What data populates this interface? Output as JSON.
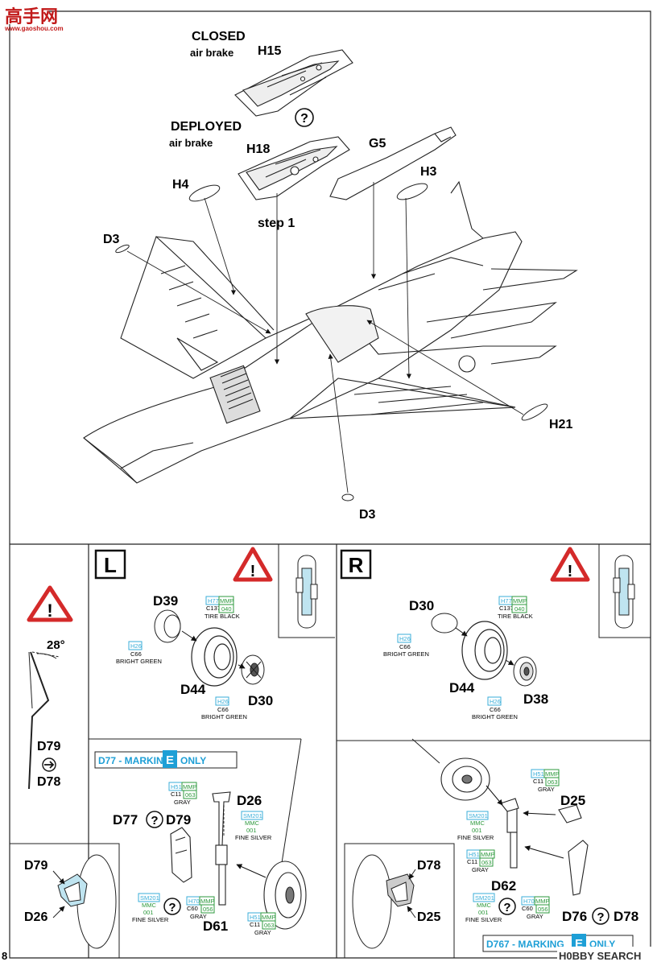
{
  "watermark_top": {
    "logo_text": "高手网",
    "url": "www.gaoshou.com"
  },
  "top_step": {
    "closed_title": "CLOSED",
    "closed_sub": "air brake",
    "closed_part": "H15",
    "deployed_title": "DEPLOYED",
    "deployed_sub": "air brake",
    "deployed_part": "H18",
    "step_label": "step 1",
    "parts": {
      "g5": "G5",
      "h3": "H3",
      "h4": "H4",
      "d3_upper": "D3",
      "d3_lower": "D3",
      "h21": "H21"
    }
  },
  "left_strut": {
    "angle": "28°",
    "part_a": "D79",
    "part_b": "D78"
  },
  "panel_left": {
    "side_letter": "L",
    "parts": {
      "d39": "D39",
      "d44": "D44",
      "d30": "D30"
    },
    "color_tire": {
      "h": "H77",
      "mmp": "MMP",
      "c": "C137",
      "num": "040",
      "name": "TIRE BLACK"
    },
    "color_green_a": {
      "h": "H26",
      "c": "C66",
      "name": "BRIGHT GREEN"
    },
    "color_green_b": {
      "h": "H26",
      "c": "C66",
      "name": "BRIGHT GREEN"
    }
  },
  "panel_right": {
    "side_letter": "R",
    "parts": {
      "d30": "D30",
      "d44": "D44",
      "d38": "D38"
    },
    "color_tire": {
      "h": "H77",
      "mmp": "MMP",
      "c": "C137",
      "num": "040",
      "name": "TIRE BLACK"
    },
    "color_green_a": {
      "h": "H26",
      "c": "C66",
      "name": "BRIGHT GREEN"
    },
    "color_green_b": {
      "h": "H26",
      "c": "C66",
      "name": "BRIGHT GREEN"
    }
  },
  "gear_left": {
    "marking_prefix": "D77 - MARKING",
    "marking_letter": "E",
    "marking_suffix": "ONLY",
    "parts": {
      "d26": "D26",
      "d77": "D77",
      "d79": "D79",
      "d61": "D61"
    },
    "color_gray_top": {
      "h": "H51",
      "mmp": "MMP",
      "c": "C11",
      "num": "063",
      "name": "GRAY"
    },
    "color_silver_a": {
      "sm": "SM201",
      "mmc": "MMC",
      "num": "001",
      "name": "FINE SILVER"
    },
    "color_silver_b": {
      "sm": "SM201",
      "mmc": "MMC",
      "num": "001",
      "name": "FINE SILVER"
    },
    "color_gray_mid": {
      "h": "H70",
      "mmp": "MMP",
      "c": "C60",
      "num": "056",
      "name": "GRAY"
    },
    "color_gray_bot": {
      "h": "H51",
      "mmp": "MMP",
      "c": "C11",
      "num": "063",
      "name": "GRAY"
    },
    "inset": {
      "d79": "D79",
      "d26": "D26"
    }
  },
  "gear_right": {
    "marking_prefix": "D767 - MARKING",
    "marking_letter": "E",
    "marking_suffix": "ONLY",
    "parts": {
      "d25": "D25",
      "d62": "D62",
      "d76": "D76",
      "d78": "D78"
    },
    "color_gray_top": {
      "h": "H51",
      "mmp": "MMP",
      "c": "C11",
      "num": "063",
      "name": "GRAY"
    },
    "color_silver_a": {
      "sm": "SM201",
      "mmc": "MMC",
      "num": "001",
      "name": "FINE SILVER"
    },
    "color_gray_mid": {
      "h": "H51",
      "mmp": "MMP",
      "c": "C11",
      "num": "063",
      "name": "GRAY"
    },
    "color_silver_b": {
      "sm": "SM201",
      "mmc": "MMC",
      "num": "001",
      "name": "FINE SILVER"
    },
    "color_gray_bot": {
      "h": "H70",
      "mmp": "MMP",
      "c": "C60",
      "num": "056",
      "name": "GRAY"
    },
    "inset": {
      "d78": "D78",
      "d25": "D25"
    }
  },
  "footer": {
    "page_number": "8",
    "watermark": "H0BBY SEARCH"
  },
  "colors": {
    "marking_blue": "#1e9fd6",
    "warning_red": "#d42a2a",
    "code_cyan": "#3aaed8",
    "code_green": "#2e9a3e"
  }
}
